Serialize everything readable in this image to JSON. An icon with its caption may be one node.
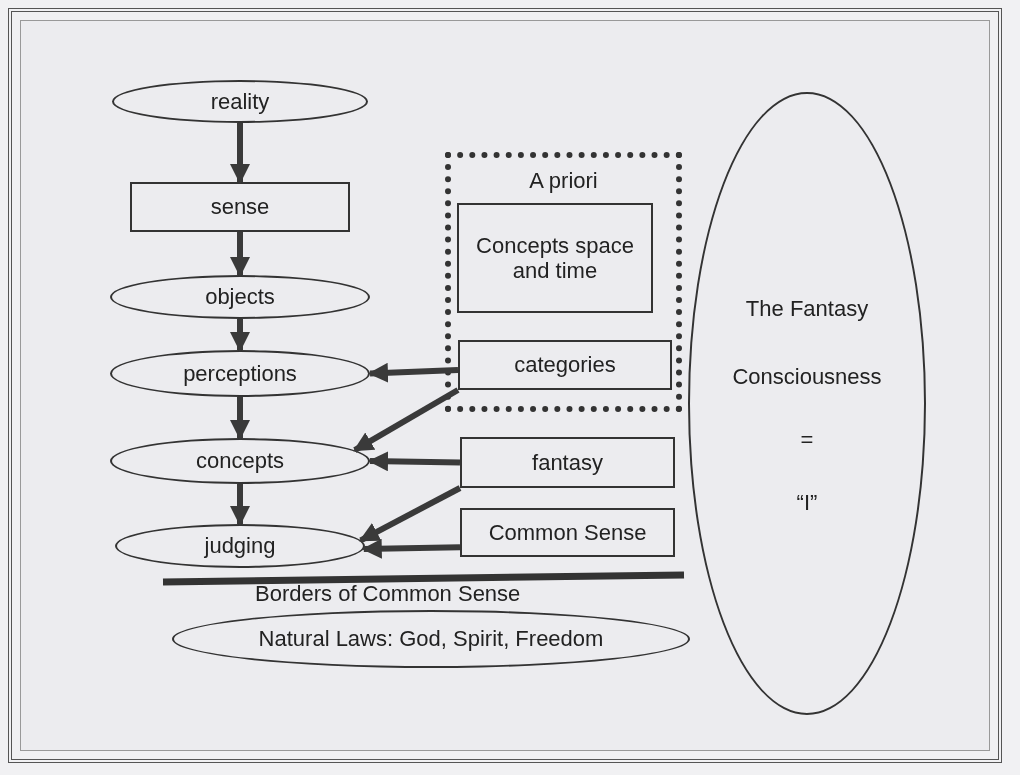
{
  "diagram": {
    "nodes": [
      {
        "text": [
          "reality"
        ]
      },
      {
        "text": [
          "sense"
        ]
      },
      {
        "text": [
          "objects"
        ]
      },
      {
        "text": [
          "perceptions"
        ]
      },
      {
        "text": [
          "concepts"
        ]
      },
      {
        "text": [
          "judging"
        ]
      },
      {
        "text": [
          "A priori"
        ]
      },
      {
        "text": [
          "Concepts space and time"
        ],
        "in": 6
      },
      {
        "text": [
          "categories"
        ],
        "in": 6
      },
      {
        "text": [
          "fantasy"
        ]
      },
      {
        "text": [
          "Common Sense"
        ]
      },
      {
        "text": [
          "The Fantasy",
          "Consciousness",
          "=",
          "“I”"
        ]
      },
      {
        "text": [
          "Natural Laws: God, Spirit, Freedom"
        ]
      }
    ],
    "edges": [
      {
        "from": 0,
        "to": 1,
        "arrow": "to"
      },
      {
        "from": 1,
        "to": 2,
        "arrow": "to"
      },
      {
        "from": 2,
        "to": 3,
        "arrow": "to"
      },
      {
        "from": 3,
        "to": 4,
        "arrow": "to"
      },
      {
        "from": 4,
        "to": 5,
        "arrow": "to"
      },
      {
        "from": 8,
        "to": 3,
        "arrow": "to"
      },
      {
        "from": 8,
        "to": 4,
        "arrow": "to"
      },
      {
        "from": 9,
        "to": 4,
        "arrow": "to"
      },
      {
        "from": 9,
        "to": 5,
        "arrow": "to"
      },
      {
        "from": 10,
        "to": 5,
        "arrow": "to"
      }
    ],
    "labels": [
      "Borders of Common Sense"
    ]
  }
}
